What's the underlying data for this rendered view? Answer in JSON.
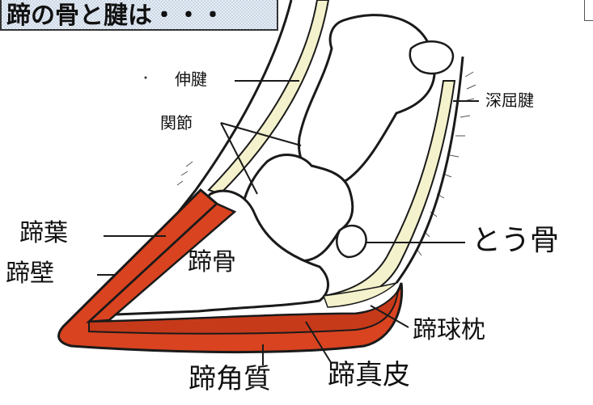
{
  "title": "蹄の骨と腱は・・・",
  "labels": {
    "extensor_tendon": "伸腱",
    "joint": "関節",
    "deep_flexor_tendon": "深屈腱",
    "navicular_bone": "とう骨",
    "laminae": "蹄葉",
    "hoof_wall": "蹄壁",
    "coffin_bone": "蹄骨",
    "digital_cushion": "蹄球枕",
    "hoof_horn": "蹄角質",
    "corium": "蹄真皮"
  },
  "colors": {
    "hoof_red": "#d94320",
    "outline": "#1a1a1a",
    "tendon_fill": "#f4f2cc",
    "title_bg": "#c9d6e6"
  }
}
